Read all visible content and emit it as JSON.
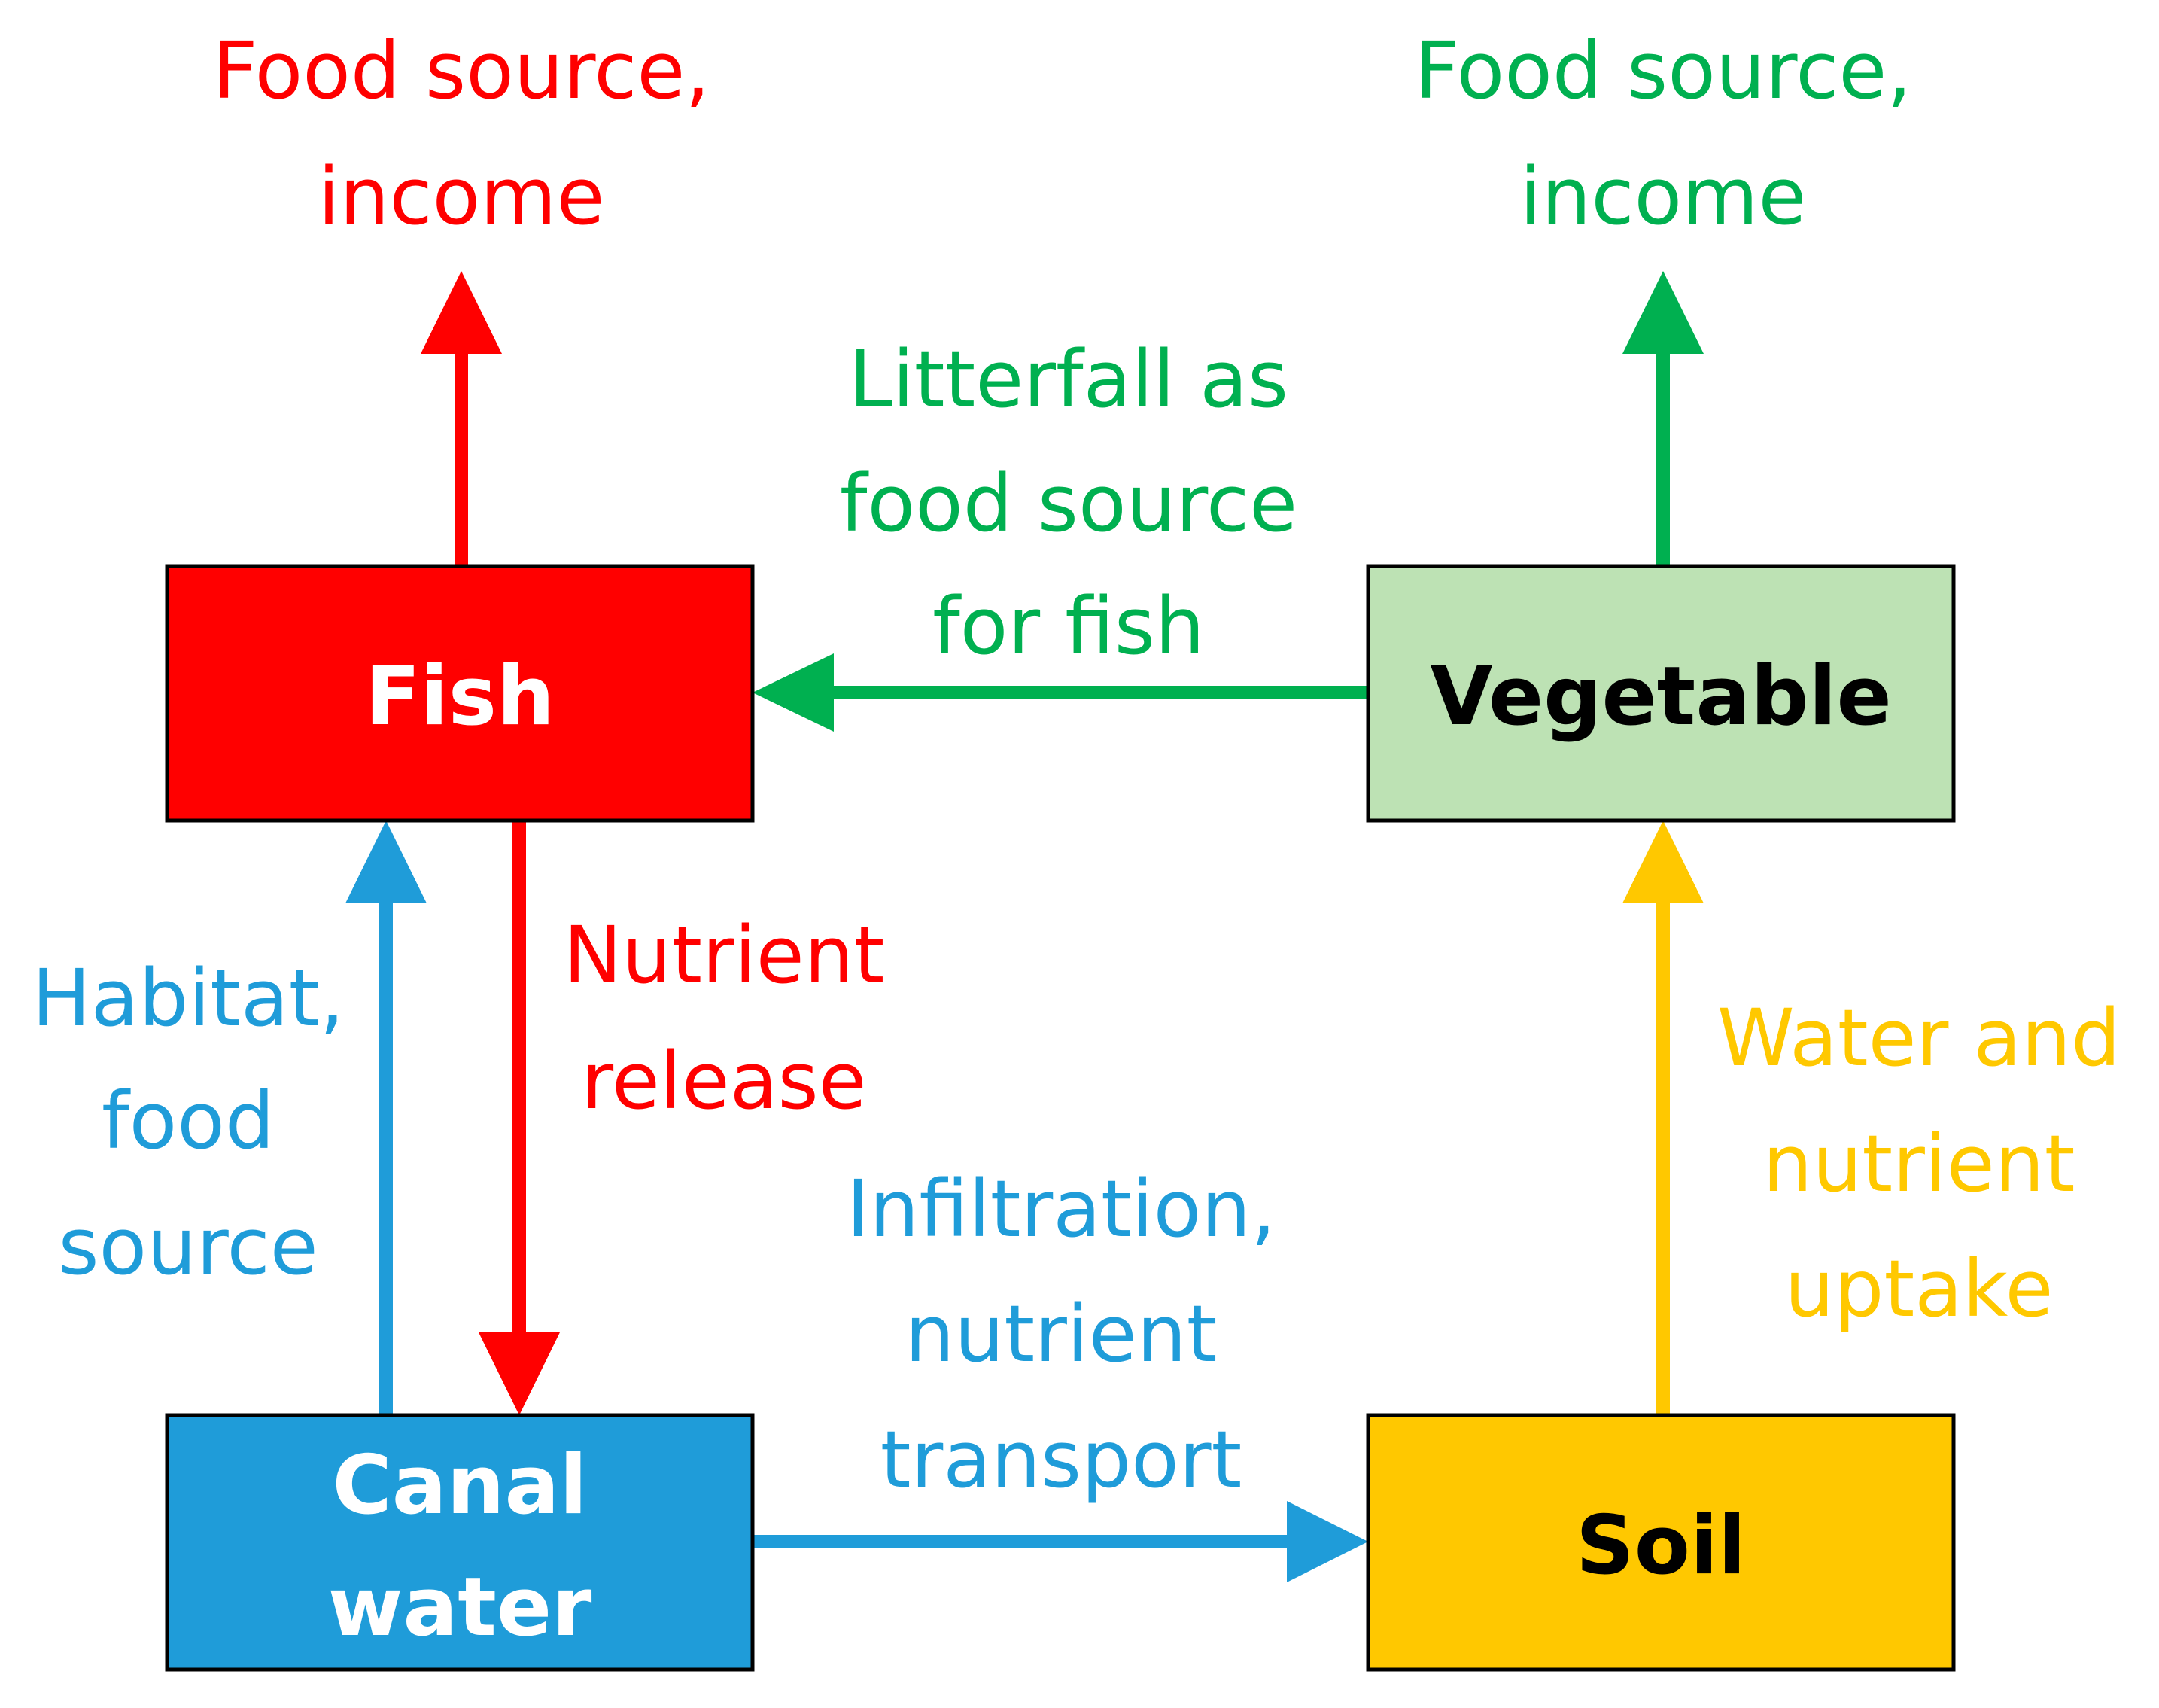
{
  "colors": {
    "fish": "#ff0000",
    "vegetable_fill": "#bde2b4",
    "green": "#00b050",
    "canal": "#1f9cd9",
    "soil": "#ffc800",
    "label_light": "#ffffff",
    "label_dark": "#000000",
    "border": "#000000"
  },
  "nodes": {
    "fish": {
      "label": "Fish"
    },
    "vegetable": {
      "label": "Vegetable"
    },
    "canal_water": {
      "line1": "Canal",
      "line2": "water"
    },
    "soil": {
      "label": "Soil"
    }
  },
  "edges": {
    "fish_output": {
      "line1": "Food source,",
      "line2": "income"
    },
    "vegetable_output": {
      "line1": "Food source,",
      "line2": "income"
    },
    "litterfall": {
      "line1": "Litterfall as",
      "line2": "food source",
      "line3": "for fish"
    },
    "nutrient_release": {
      "line1": "Nutrient",
      "line2": "release"
    },
    "habitat": {
      "line1": "Habitat,",
      "line2": "food",
      "line3": "source"
    },
    "infiltration": {
      "line1": "Infiltration,",
      "line2": "nutrient",
      "line3": "transport"
    },
    "water_uptake": {
      "line1": "Water and",
      "line2": "nutrient",
      "line3": "uptake"
    }
  }
}
